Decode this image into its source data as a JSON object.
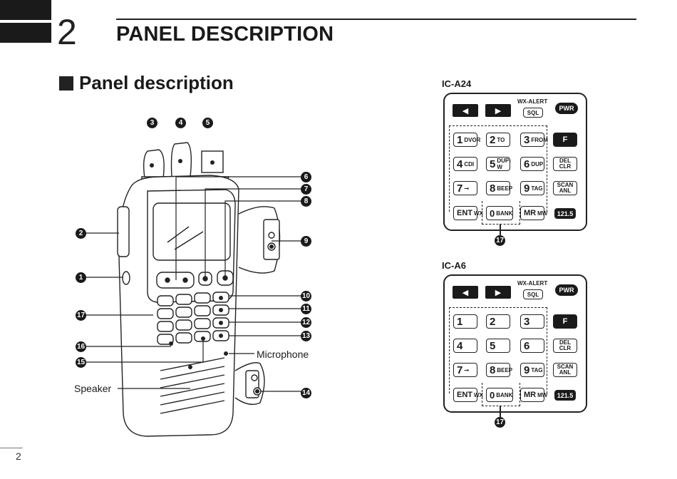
{
  "chapter": {
    "number": "2",
    "title": "PANEL DESCRIPTION"
  },
  "section": {
    "title": "Panel description"
  },
  "radio_diagram": {
    "callouts_top": [
      "3",
      "4",
      "5"
    ],
    "callouts_right": [
      "6",
      "7",
      "8",
      "9",
      "10",
      "11",
      "12",
      "13",
      "14"
    ],
    "callouts_left": [
      "2",
      "1",
      "17",
      "16",
      "15"
    ],
    "labels": {
      "microphone": "Microphone",
      "speaker": "Speaker"
    }
  },
  "keypads": [
    {
      "model": "IC-A24",
      "wx_alert": "WX-ALERT",
      "sql": "SQL",
      "pwr": "PWR",
      "left_arrow": "◀",
      "right_arrow": "▶",
      "f_key": "F",
      "del_clr": [
        "DEL",
        "CLR"
      ],
      "scan_anl": [
        "SCAN",
        "ANL"
      ],
      "emergency": "121.5",
      "keys": [
        {
          "main": "1",
          "sub": "DVOR"
        },
        {
          "main": "2",
          "sub": "TO"
        },
        {
          "main": "3",
          "sub": "FROM"
        },
        {
          "main": "4",
          "sub": "CDI"
        },
        {
          "main": "5",
          "sub": "DUP-W"
        },
        {
          "main": "6",
          "sub": "DUP"
        },
        {
          "main": "7",
          "sub": "⊸"
        },
        {
          "main": "8",
          "sub": "BEEP"
        },
        {
          "main": "9",
          "sub": "TAG"
        }
      ],
      "ent": {
        "main": "ENT",
        "sub": "WX"
      },
      "zero": {
        "main": "0",
        "sub": "BANK"
      },
      "mr": {
        "main": "MR",
        "sub": "MW"
      },
      "callout": "17"
    },
    {
      "model": "IC-A6",
      "wx_alert": "WX-ALERT",
      "sql": "SQL",
      "pwr": "PWR",
      "left_arrow": "◀",
      "right_arrow": "▶",
      "f_key": "F",
      "del_clr": [
        "DEL",
        "CLR"
      ],
      "scan_anl": [
        "SCAN",
        "ANL"
      ],
      "emergency": "121.5",
      "keys": [
        {
          "main": "1",
          "sub": ""
        },
        {
          "main": "2",
          "sub": ""
        },
        {
          "main": "3",
          "sub": ""
        },
        {
          "main": "4",
          "sub": ""
        },
        {
          "main": "5",
          "sub": ""
        },
        {
          "main": "6",
          "sub": ""
        },
        {
          "main": "7",
          "sub": "⊸"
        },
        {
          "main": "8",
          "sub": "BEEP"
        },
        {
          "main": "9",
          "sub": "TAG"
        }
      ],
      "ent": {
        "main": "ENT",
        "sub": "WX"
      },
      "zero": {
        "main": "0",
        "sub": "BANK"
      },
      "mr": {
        "main": "MR",
        "sub": "MW"
      },
      "callout": "17"
    }
  ],
  "footer": {
    "page_number": "2"
  }
}
